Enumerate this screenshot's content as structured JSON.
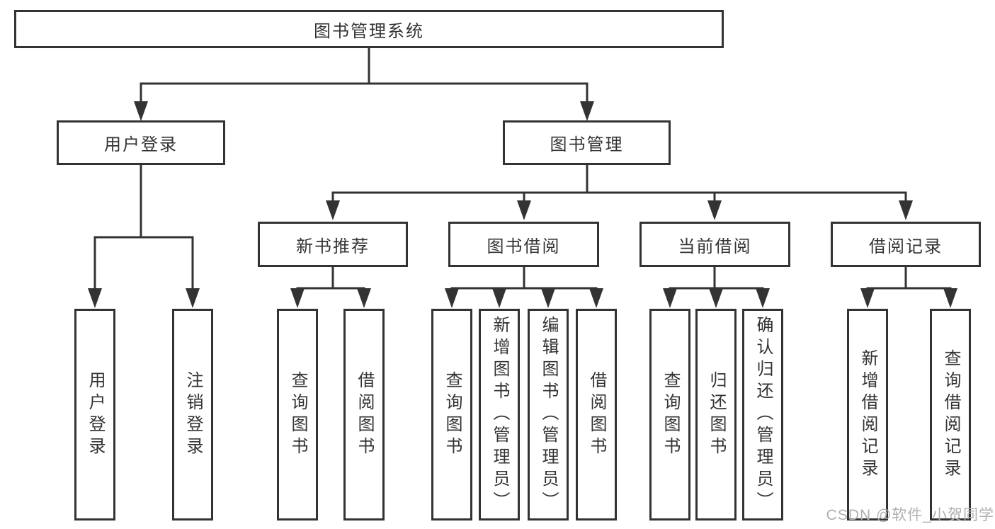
{
  "tree": {
    "root": {
      "label": "图书管理系统"
    },
    "level1": [
      {
        "label": "用户登录"
      },
      {
        "label": "图书管理"
      }
    ],
    "user_login_children": [
      "用户登录",
      "注销登录"
    ],
    "sections": [
      {
        "label": "新书推荐",
        "children": [
          "查询图书",
          "借阅图书"
        ]
      },
      {
        "label": "图书借阅",
        "children": [
          "查询图书",
          "新增图书（管理员）",
          "编辑图书（管理员）",
          "借阅图书"
        ]
      },
      {
        "label": "当前借阅",
        "children": [
          "查询图书",
          "归还图书",
          "确认归还（管理员）"
        ]
      },
      {
        "label": "借阅记录",
        "children": [
          "新增借阅记录",
          "查询借阅记录"
        ]
      }
    ]
  },
  "watermark": {
    "text": "CSDN @软件_小贺同学"
  },
  "colors": {
    "line": "#333333",
    "box_border": "#333333",
    "text": "#333333",
    "watermark": "#b0b0b0",
    "background": "#ffffff"
  }
}
